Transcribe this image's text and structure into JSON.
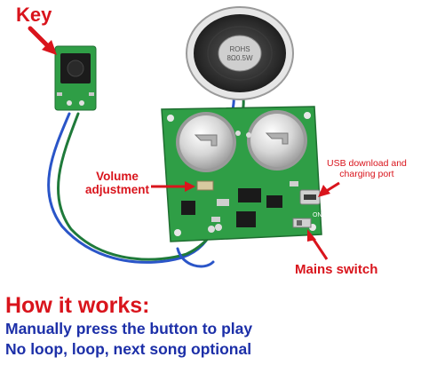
{
  "labels": {
    "key": "Key",
    "volume_line1": "Volume",
    "volume_line2": "adjustment",
    "usb_line1": "USB download and",
    "usb_line2": "charging port",
    "mains": "Mains switch",
    "speaker_line1": "ROHS",
    "speaker_line2": "8Ω0.5W",
    "switch_marking": "ON"
  },
  "how_it_works": {
    "title": "How it works:",
    "line1": "Manually press the button to play",
    "line2": "No loop, loop, next song optional"
  },
  "colors": {
    "label_red": "#d9141c",
    "description_blue": "#1c2fa8",
    "pcb_green": "#2f9e46",
    "wire_blue": "#2a55c8",
    "wire_green": "#1f7a3a"
  }
}
